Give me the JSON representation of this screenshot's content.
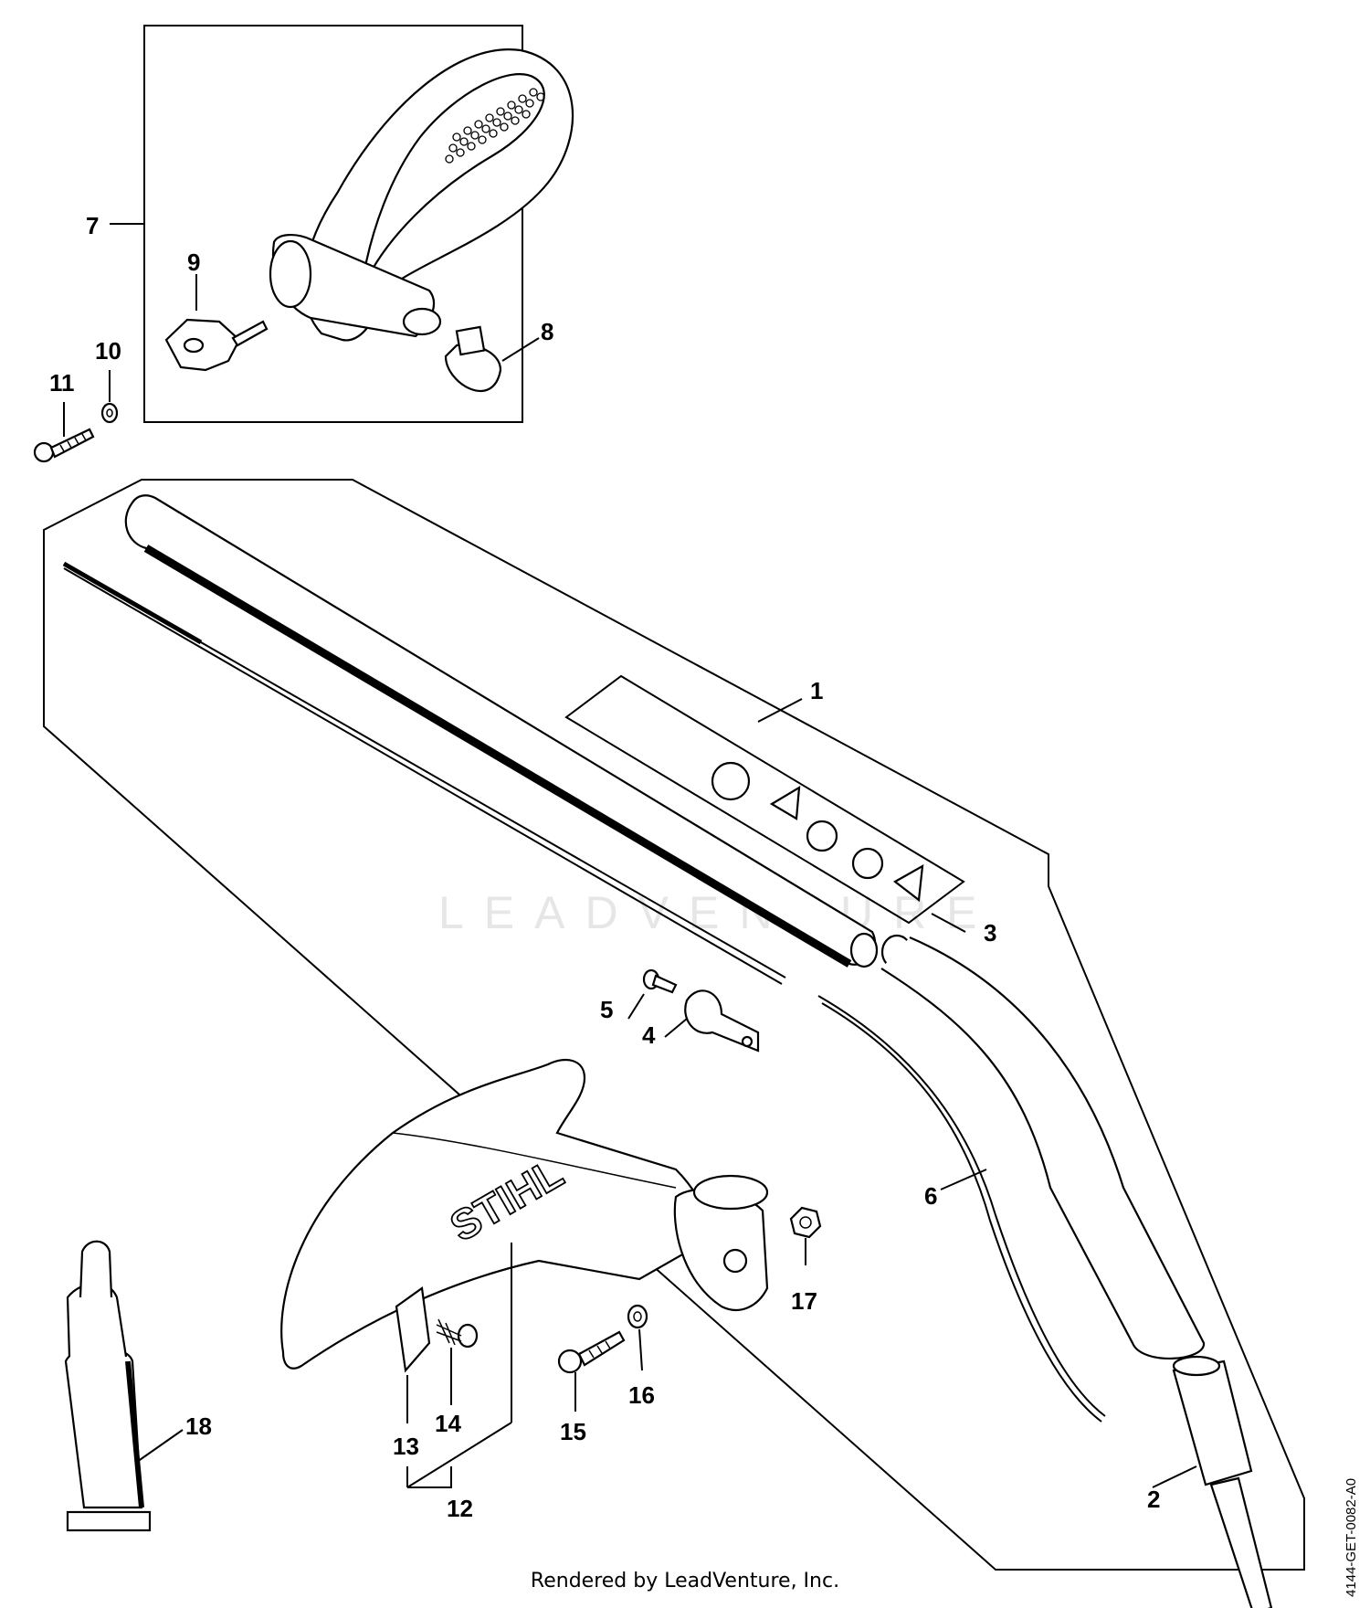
{
  "watermark": "LEADVENTURE",
  "footer": "Rendered by LeadVenture, Inc.",
  "diagram_code": "4144-GET-0082-A0",
  "callouts": {
    "c1": "1",
    "c2": "2",
    "c3": "3",
    "c4": "4",
    "c5": "5",
    "c6": "6",
    "c7": "7",
    "c8": "8",
    "c9": "9",
    "c10": "10",
    "c11": "11",
    "c12": "12",
    "c13": "13",
    "c14": "14",
    "c15": "15",
    "c16": "16",
    "c17": "17",
    "c18": "18"
  },
  "deflector_brand": "STIHL"
}
